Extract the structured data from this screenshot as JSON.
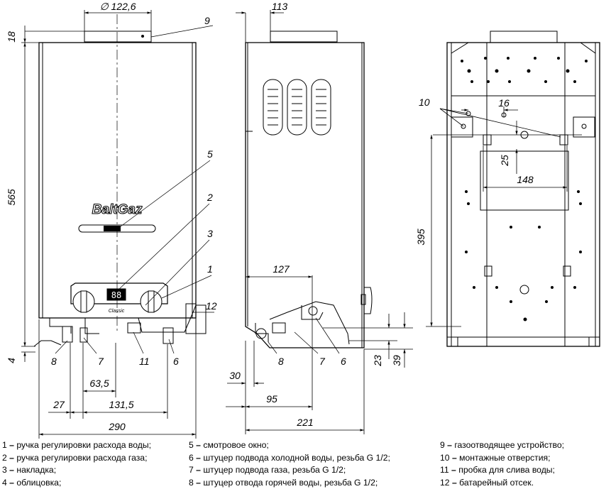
{
  "dimensions": {
    "front": {
      "flue_diameter": "∅ 122,6",
      "flue_height": "18",
      "total_height": "565",
      "base_offset": "4",
      "spacing_gas": "63,5",
      "water_offset": "27",
      "water_span": "131,5",
      "width": "290"
    },
    "side": {
      "depth_top": "113",
      "connector_depth": "127",
      "offset_30": "30",
      "offset_95": "95",
      "depth": "221",
      "height_23": "23",
      "height_39": "39"
    },
    "back": {
      "hole_spacing": "16",
      "hole_offset": "25",
      "hole_width": "148",
      "hole_height": "395"
    }
  },
  "callouts": {
    "front": [
      "9",
      "5",
      "2",
      "3",
      "1",
      "12",
      "8",
      "7",
      "11",
      "6"
    ],
    "side": [
      "8",
      "7",
      "6"
    ],
    "back": [
      "10"
    ]
  },
  "brand": {
    "logo": "BaltGaz",
    "display": "88",
    "badge": "Classic"
  },
  "legend": [
    [
      {
        "num": "1",
        "text": "ручка регулировки расхода воды;"
      },
      {
        "num": "2",
        "text": "ручка регулировки расхода газа;"
      },
      {
        "num": "3",
        "text": "накладка;"
      },
      {
        "num": "4",
        "text": "облицовка;"
      }
    ],
    [
      {
        "num": "5",
        "text": "смотровое окно;"
      },
      {
        "num": "6",
        "text": "штуцер подвода холодной воды, резьба G 1/2;"
      },
      {
        "num": "7",
        "text": "штуцер подвода газа, резьба G 1/2;"
      },
      {
        "num": "8",
        "text": "штуцер отвода горячей воды, резьба G 1/2;"
      }
    ],
    [
      {
        "num": "9",
        "text": "газоотводящее устройство;"
      },
      {
        "num": "10",
        "text": "монтажные отверстия;"
      },
      {
        "num": "11",
        "text": "пробка для слива воды;"
      },
      {
        "num": "12",
        "text": "батарейный отсек."
      }
    ]
  ],
  "legend_sep": " – "
}
